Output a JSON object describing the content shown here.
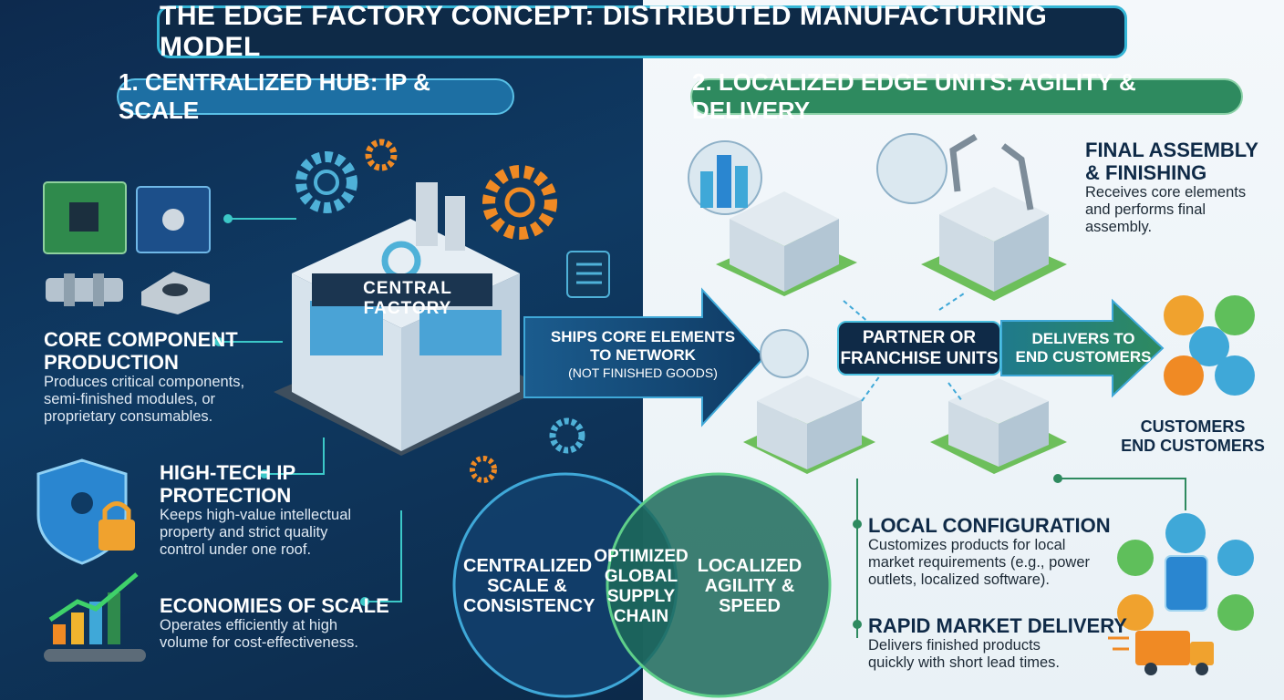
{
  "title": "THE EDGE FACTORY CONCEPT: DISTRIBUTED MANUFACTURING MODEL",
  "left_section": {
    "heading": "1. CENTRALIZED HUB: IP & SCALE",
    "factory_sign": "CENTRAL FACTORY",
    "core_component": {
      "title_line1": "CORE COMPONENT",
      "title_line2": "PRODUCTION",
      "desc_line1": "Produces critical components,",
      "desc_line2": "semi-finished modules, or",
      "desc_line3": "proprietary consumables."
    },
    "ip_protection": {
      "title_line1": "HIGH-TECH IP",
      "title_line2": "PROTECTION",
      "desc_line1": "Keeps high-value intellectual",
      "desc_line2": "property and strict quality",
      "desc_line3": "control under one roof."
    },
    "economies": {
      "title": "ECONOMIES OF SCALE",
      "desc_line1": "Operates efficiently at high",
      "desc_line2": "volume for cost-effectiveness."
    }
  },
  "ship_arrow": {
    "line1": "SHIPS CORE ELEMENTS",
    "line2": "TO NETWORK",
    "line3": "(NOT FINISHED GOODS)"
  },
  "venn": {
    "left_line1": "CENTRALIZED",
    "left_line2": "SCALE &",
    "left_line3": "CONSISTENCY",
    "center_line1": "OPTIMIZED",
    "center_line2": "GLOBAL",
    "center_line3": "SUPPLY",
    "center_line4": "CHAIN",
    "right_line1": "LOCALIZED",
    "right_line2": "AGILITY &",
    "right_line3": "SPEED"
  },
  "right_section": {
    "heading": "2. LOCALIZED EDGE UNITS: AGILITY & DELIVERY",
    "final_assembly": {
      "title_line1": "FINAL ASSEMBLY",
      "title_line2": "& FINISHING",
      "desc_line1": "Receives core elements",
      "desc_line2": "and performs final",
      "desc_line3": "assembly."
    },
    "partner_line1": "PARTNER OR",
    "partner_line2": "FRANCHISE UNITS",
    "delivers_line1": "DELIVERS TO",
    "delivers_line2": "END CUSTOMERS",
    "customers_line1": "CUSTOMERS",
    "customers_line2": "END CUSTOMERS",
    "local_config": {
      "title": "LOCAL CONFIGURATION",
      "desc_line1": "Customizes products for local",
      "desc_line2": "market requirements (e.g., power",
      "desc_line3": "outlets, localized software)."
    },
    "rapid_delivery": {
      "title": "RAPID MARKET DELIVERY",
      "desc_line1": "Delivers finished products",
      "desc_line2": "quickly with short lead times."
    }
  },
  "colors": {
    "left_bg": "#0f3a63",
    "right_bg": "#f0f6fa",
    "accent_cyan": "#35b6d6",
    "accent_green": "#2e8a5f",
    "gear_orange": "#f08a24"
  }
}
